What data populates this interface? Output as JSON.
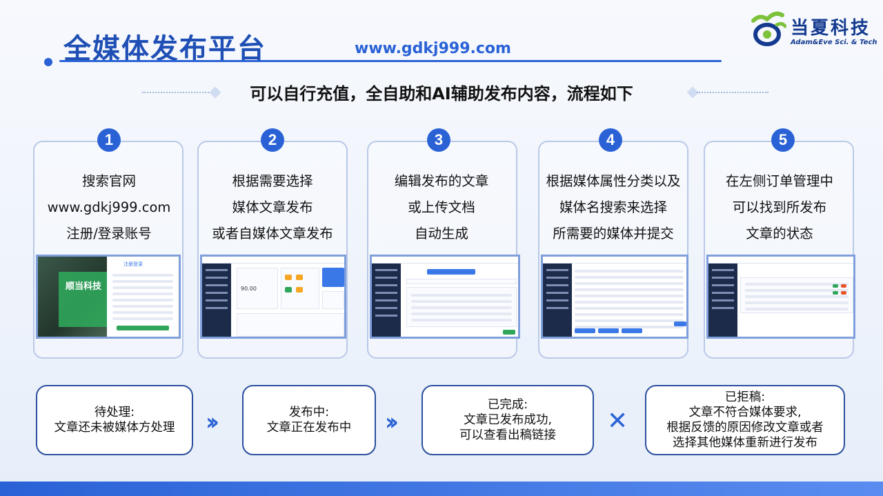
{
  "header": {
    "title": "全媒体发布平台",
    "url": "www.gdkj999.com",
    "logo_name": "当夏科技",
    "logo_en": "Adam&Eve Sci. & Tech",
    "subtitle": "可以自行充值，全自助和AI辅助发布内容，流程如下"
  },
  "steps": [
    {
      "num": "1",
      "lines": [
        "搜索官网",
        "www.gdkj999.com",
        "注册/登录账号"
      ]
    },
    {
      "num": "2",
      "lines": [
        "根据需要选择",
        "媒体文章发布",
        "或者自媒体文章发布"
      ]
    },
    {
      "num": "3",
      "lines": [
        "编辑发布的文章",
        "或上传文档",
        "自动生成"
      ]
    },
    {
      "num": "4",
      "lines": [
        "根据媒体属性分类以及",
        "媒体名搜索来选择",
        "所需要的媒体并提交"
      ]
    },
    {
      "num": "5",
      "lines": [
        "在左侧订单管理中",
        "可以找到所发布",
        "文章的状态"
      ]
    }
  ],
  "screenshot1": {
    "brand": "顺当科技",
    "login_title": "注册登录"
  },
  "screenshot2": {
    "balance": "90.00"
  },
  "statuses": [
    {
      "label": "待处理:",
      "lines": [
        "文章还未被媒体方处理"
      ]
    },
    {
      "label": "发布中:",
      "lines": [
        "文章正在发布中"
      ]
    },
    {
      "label": "已完成:",
      "lines": [
        "文章已发布成功,",
        "可以查看出稿链接"
      ]
    },
    {
      "label": "已拒稿:",
      "lines": [
        "文章不符合媒体要求,",
        "根据反馈的原因修改文章或者",
        "选择其他媒体重新进行发布"
      ]
    }
  ],
  "icons": [
    "logo-mark-icon",
    "chevron-double-right-icon",
    "close-x-icon"
  ],
  "colors": {
    "accent": "#2a62d6",
    "title": "#1f4fb5",
    "logo": "#143a8f",
    "logo_green": "#7cc23b"
  }
}
